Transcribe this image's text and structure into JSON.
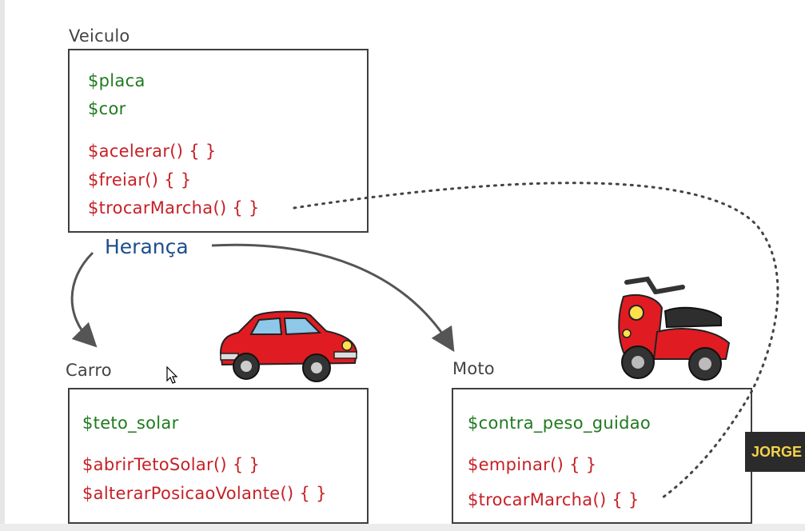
{
  "veiculo": {
    "title": "Veiculo",
    "attributes": [
      "$placa",
      "$cor"
    ],
    "methods": [
      "$acelerar() { }",
      "$freiar() { }",
      "$trocarMarcha() { }"
    ]
  },
  "heranca_label": "Herança",
  "carro": {
    "title": "Carro",
    "attributes": [
      "$teto_solar"
    ],
    "methods": [
      "$abrirTetoSolar() { }",
      "$alterarPosicaoVolante() { }"
    ]
  },
  "moto": {
    "title": "Moto",
    "attributes": [
      "$contra_peso_guidao"
    ],
    "methods": [
      "$empinar() { }",
      "$trocarMarcha() { }"
    ]
  },
  "overlay_badge": "JORGE",
  "icons": {
    "car": "red-car-icon",
    "moto": "red-scooter-icon",
    "cursor": "mouse-cursor-icon"
  },
  "colors": {
    "attribute": "#1f7a1f",
    "method": "#c62026",
    "heranca": "#1c4e8c",
    "border": "#3f3f3f"
  }
}
